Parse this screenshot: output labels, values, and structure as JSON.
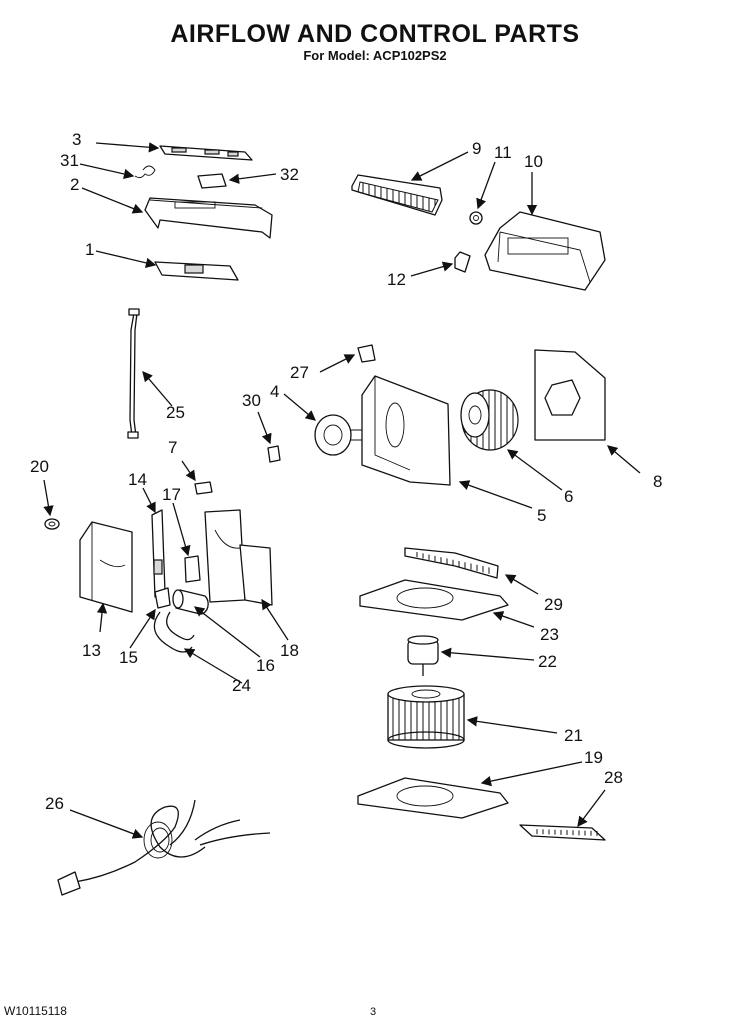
{
  "header": {
    "title": "AIRFLOW AND CONTROL PARTS",
    "subtitle": "For Model: ACP102PS2"
  },
  "footer": {
    "doc_number": "W10115118",
    "page_number": "3"
  },
  "callouts": [
    "1",
    "2",
    "3",
    "4",
    "5",
    "6",
    "7",
    "8",
    "9",
    "10",
    "11",
    "12",
    "13",
    "14",
    "15",
    "16",
    "17",
    "18",
    "19",
    "20",
    "21",
    "22",
    "23",
    "24",
    "25",
    "26",
    "27",
    "28",
    "29",
    "30",
    "31",
    "32"
  ]
}
